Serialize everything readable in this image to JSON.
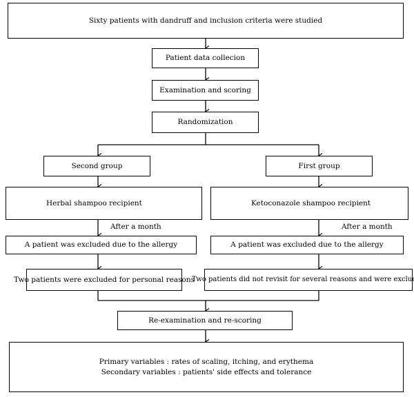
{
  "title_box": "Sixty patients with dandruff and inclusion criteria were studied",
  "steps": {
    "data_collection": "Patient data collecion",
    "examination": "Examination and scoring",
    "randomization": "Randomization"
  },
  "left_branch": {
    "group": "Second group",
    "treatment": "Herbal shampoo recipient",
    "after_label": "After a month",
    "excluded_allergy": "A patient was excluded due to the allergy",
    "excluded_personal": "Two patients were excluded for personal reasons"
  },
  "right_branch": {
    "group": "First group",
    "treatment": "Ketoconazole shampoo recipient",
    "after_label": "After a month",
    "excluded_allergy": "A patient was excluded due to the allergy",
    "excluded_revisit": "Two patients did not revisit for several reasons and were excluded"
  },
  "reexam": "Re-examination and re-scoring",
  "outcomes": {
    "primary": "Primary variables : rates of scaling, itching, and erythema",
    "secondary": "Secondary variables : patients' side effects and tolerance"
  }
}
